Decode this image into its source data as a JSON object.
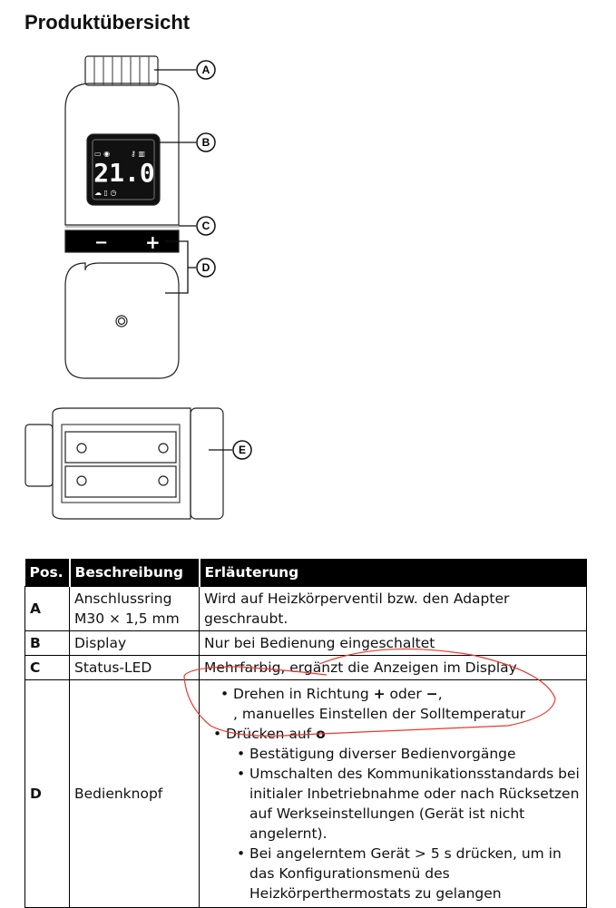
{
  "title": "Produktübersicht",
  "figure": {
    "callouts": [
      "A",
      "B",
      "C",
      "D",
      "E"
    ],
    "display_value": "21.0",
    "minus": "−",
    "plus": "+"
  },
  "table": {
    "headers": [
      "Pos.",
      "Beschreibung",
      "Erläuterung"
    ],
    "rows": [
      {
        "pos": "A",
        "desc_1": "Anschlussring",
        "desc_2": "M30 × 1,5 mm",
        "expl": "Wird auf Heizkörperventil bzw. den Adapter geschraubt."
      },
      {
        "pos": "B",
        "desc": "Display",
        "expl": "Nur bei Bedienung eingeschaltet"
      },
      {
        "pos": "C",
        "desc": "Status-LED",
        "expl": "Mehrfarbig, ergänzt die Anzeigen im Display"
      },
      {
        "pos": "D",
        "desc": "Bedienknopf",
        "bullet1_a": "Drehen in Richtung ",
        "bullet1_plus": "+",
        "bullet1_b": " oder ",
        "bullet1_minus": "−",
        "bullet1_c": ",",
        "bullet1_line2": ", manuelles Einstellen der Solltemperatur",
        "bullet2": "Drücken auf ",
        "bullet2_sym": "o",
        "sub": [
          "Bestätigung diverser Bedienvorgänge",
          "Umschalten des Kommunikationsstandards bei initialer Inbetriebnahme oder nach Rücksetzen auf Werkseinstellungen (Gerät ist nicht angelernt).",
          "Bei angelerntem Gerät > 5 s drücken, um in das Konfigurationsmenü des Heizkörperthermostats zu gelangen"
        ]
      }
    ]
  },
  "colors": {
    "annotation": "#e8392c"
  }
}
